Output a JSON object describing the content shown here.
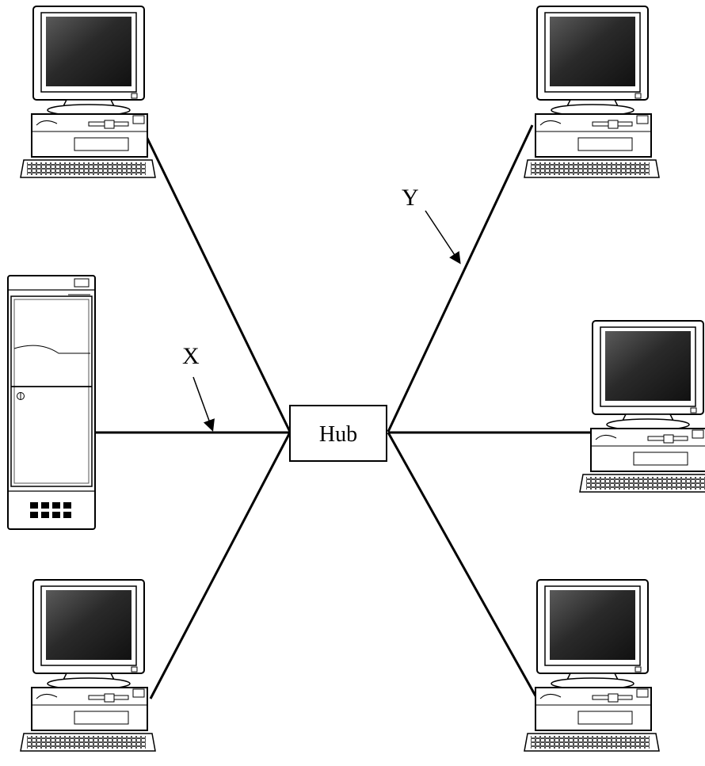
{
  "hub": {
    "label": "Hub"
  },
  "callouts": [
    {
      "id": "x",
      "label": "X"
    },
    {
      "id": "y",
      "label": "Y"
    }
  ],
  "nodes": [
    {
      "id": "pc-top-left",
      "icon": "desktop-computer-icon"
    },
    {
      "id": "pc-top-right",
      "icon": "desktop-computer-icon"
    },
    {
      "id": "server",
      "icon": "server-tower-icon"
    },
    {
      "id": "pc-middle-right",
      "icon": "desktop-computer-icon"
    },
    {
      "id": "pc-bottom-left",
      "icon": "desktop-computer-icon"
    },
    {
      "id": "pc-bottom-right",
      "icon": "desktop-computer-icon"
    }
  ],
  "colors": {
    "line": "#000000",
    "screen": "#1a1a1a",
    "casing": "#ffffff"
  }
}
